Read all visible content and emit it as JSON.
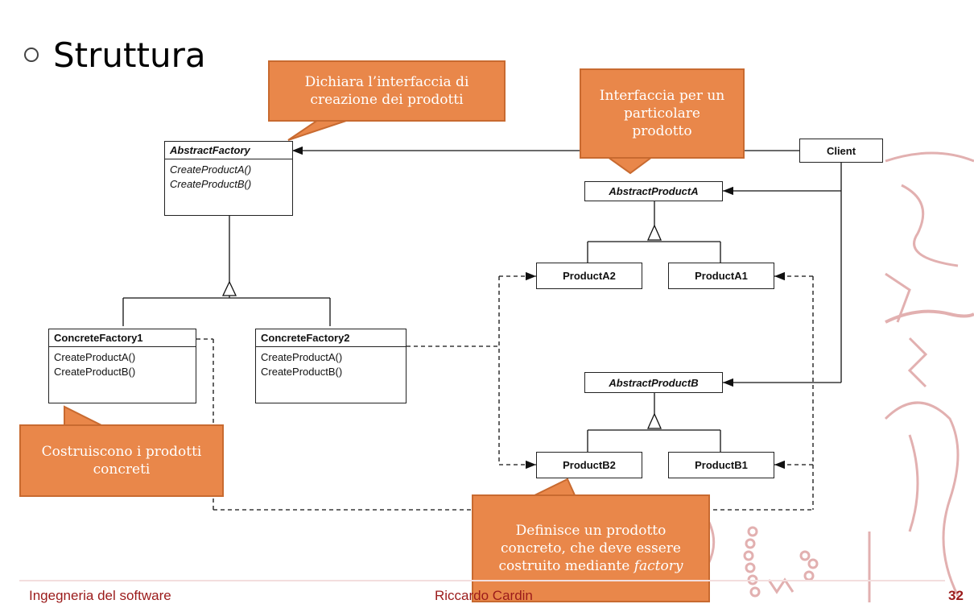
{
  "title": "Struttura",
  "classes": {
    "abstract_factory": {
      "name": "AbstractFactory",
      "ops": [
        "CreateProductA()",
        "CreateProductB()"
      ]
    },
    "concrete_factory1": {
      "name": "ConcreteFactory1",
      "ops": [
        "CreateProductA()",
        "CreateProductB()"
      ]
    },
    "concrete_factory2": {
      "name": "ConcreteFactory2",
      "ops": [
        "CreateProductA()",
        "CreateProductB()"
      ]
    },
    "abstract_product_a": {
      "name": "AbstractProductA"
    },
    "abstract_product_b": {
      "name": "AbstractProductB"
    },
    "product_a1": {
      "name": "ProductA1"
    },
    "product_a2": {
      "name": "ProductA2"
    },
    "product_b1": {
      "name": "ProductB1"
    },
    "product_b2": {
      "name": "ProductB2"
    },
    "client": {
      "name": "Client"
    }
  },
  "callouts": {
    "factory_interface": "Dichiara l’interfaccia di creazione dei prodotti",
    "product_interface": "Interfaccia per un particolare prodotto",
    "concrete_factories": "Costruiscono i prodotti concreti",
    "concrete_product_prefix": "Definisce un prodotto concreto, che deve essere costruito mediante ",
    "concrete_product_em": "factory"
  },
  "footer": {
    "course": "Ingegneria del software",
    "author": "Riccardo Cardin",
    "page": "32"
  },
  "colors": {
    "callout": "#e9874a",
    "footer": "#9b1b1b",
    "watermark": "#d9a0a0"
  }
}
